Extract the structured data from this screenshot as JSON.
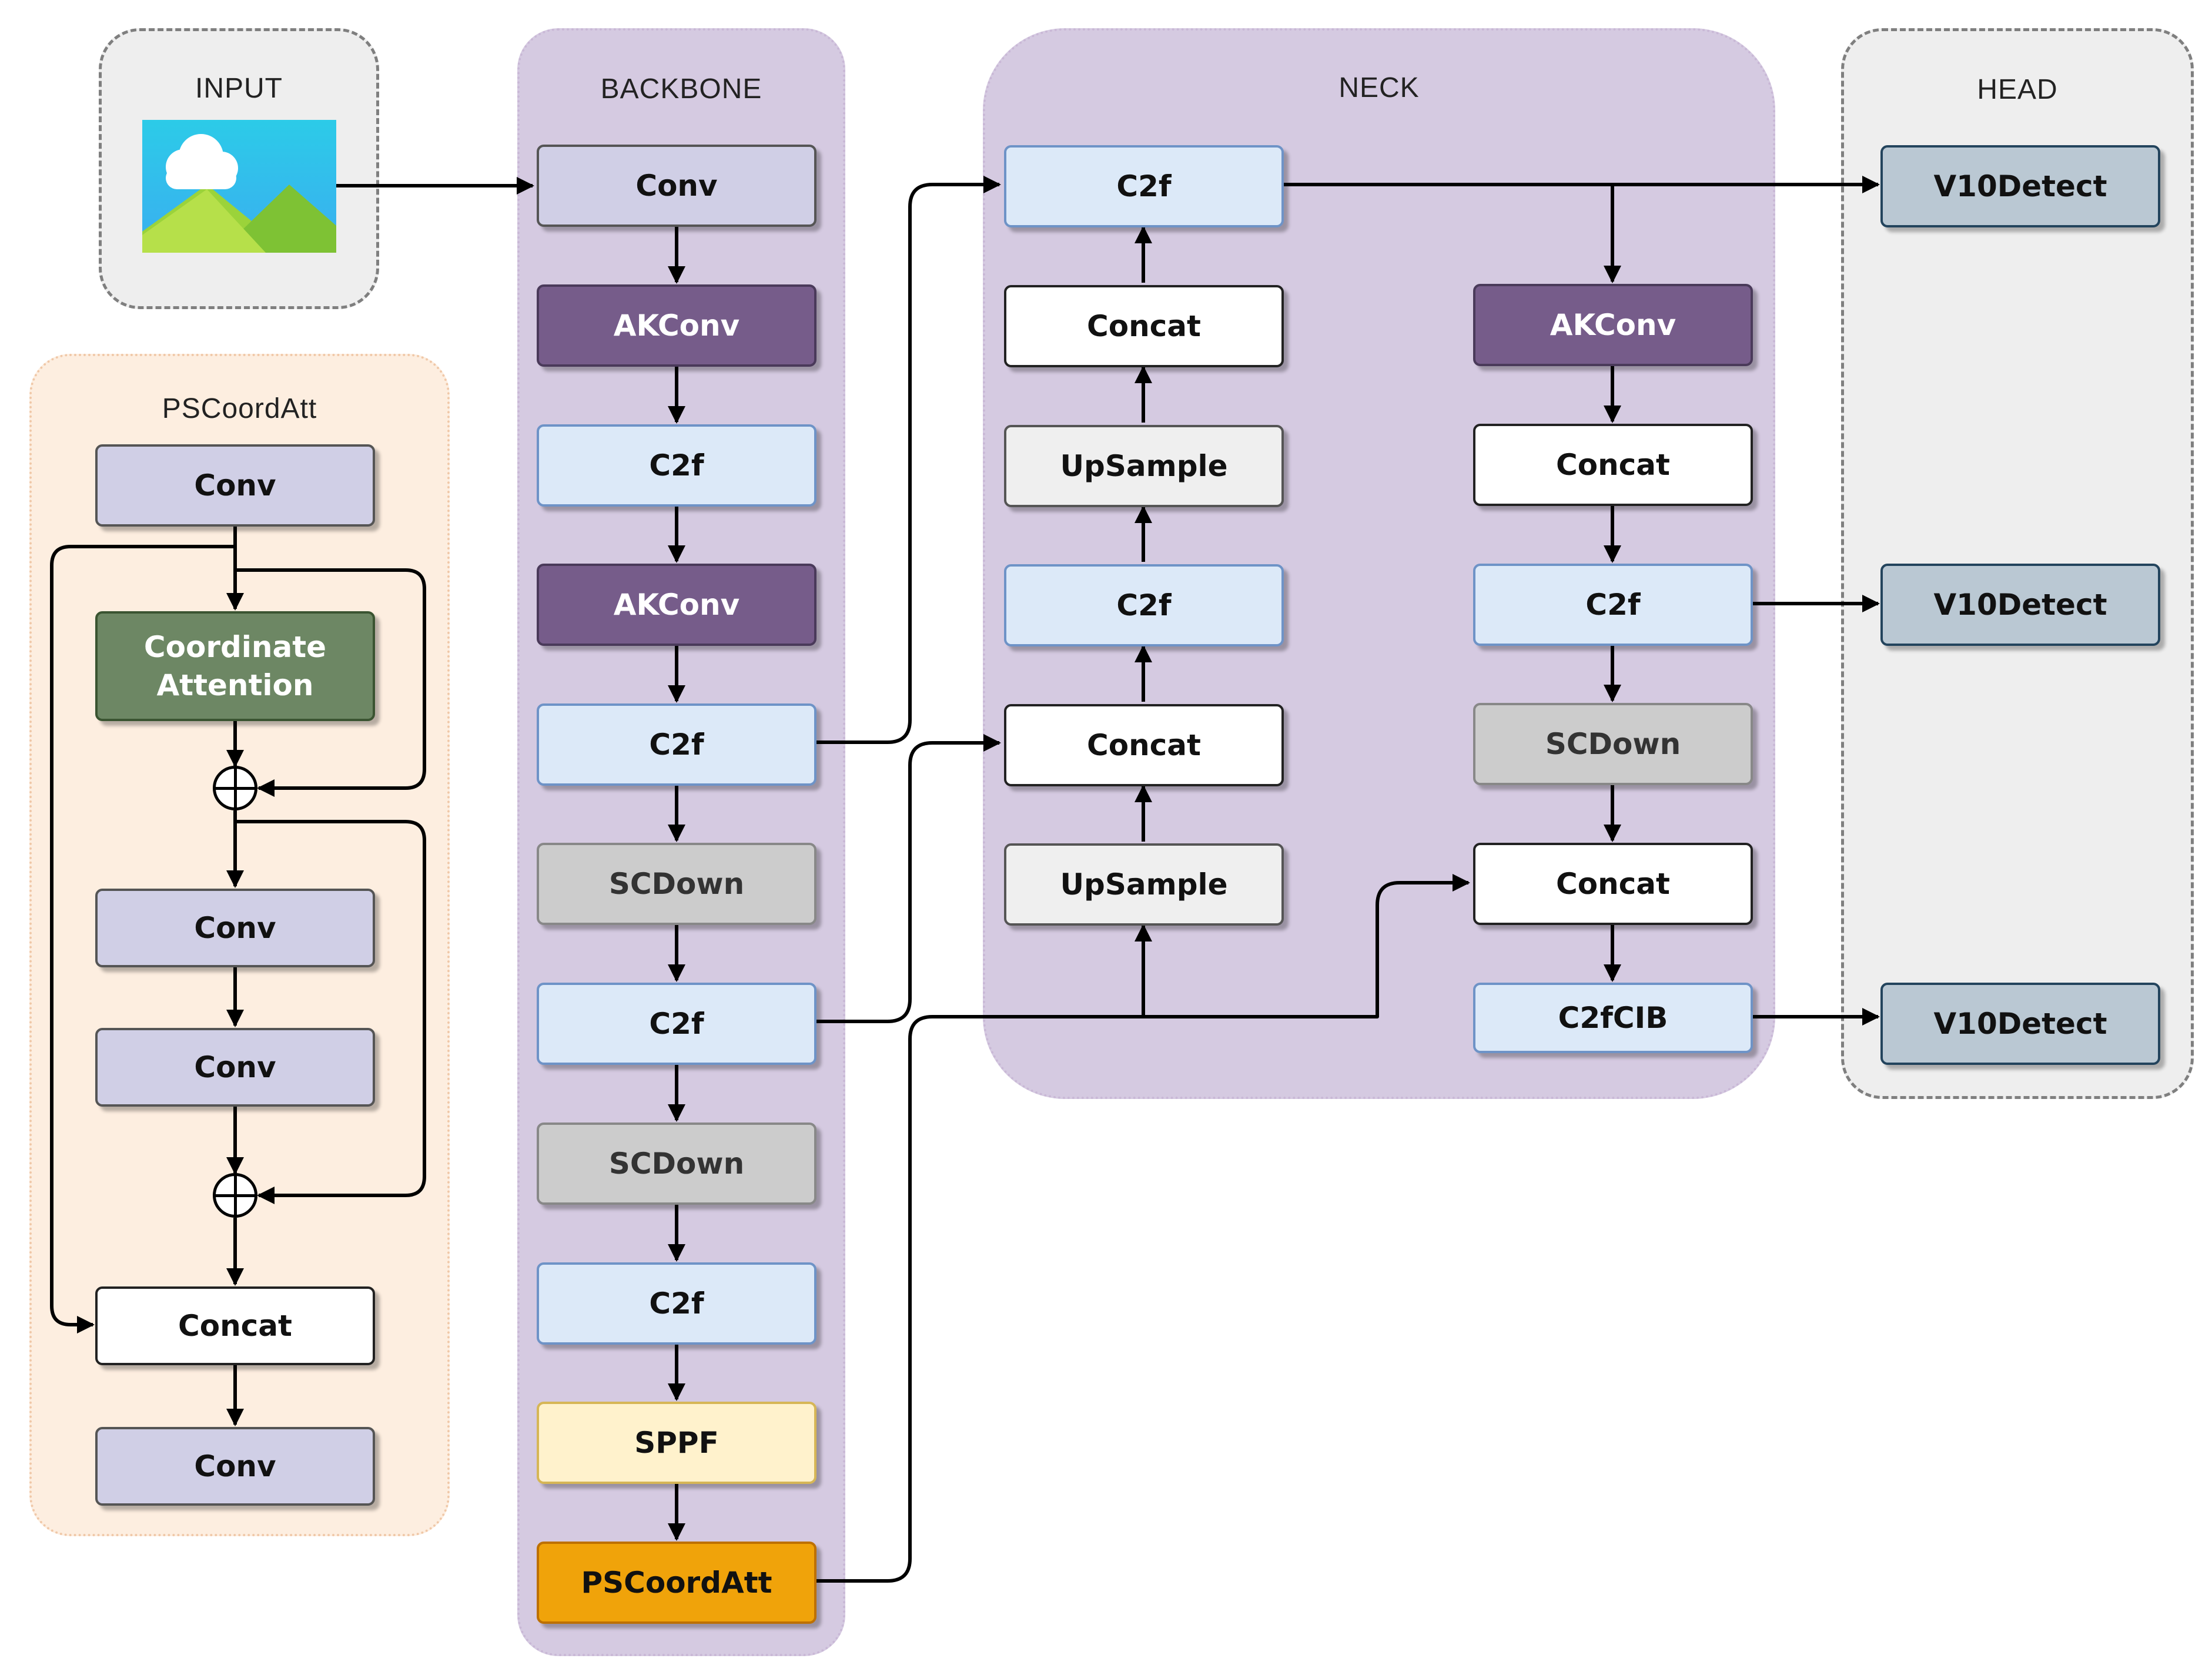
{
  "groups": {
    "input": "INPUT",
    "backbone": "BACKBONE",
    "neck": "NECK",
    "head": "HEAD",
    "pscoordatt": "PSCoordAtt"
  },
  "backbone": {
    "conv": "Conv",
    "akconv1": "AKConv",
    "c2f1": "C2f",
    "akconv2": "AKConv",
    "c2f2": "C2f",
    "scdown1": "SCDown",
    "c2f3": "C2f",
    "scdown2": "SCDown",
    "c2f4": "C2f",
    "sppf": "SPPF",
    "pscoordatt": "PSCoordAtt"
  },
  "neck": {
    "left_c2f_top": "C2f",
    "left_concat1": "Concat",
    "left_upsample1": "UpSample",
    "left_c2f_mid": "C2f",
    "left_concat2": "Concat",
    "left_upsample2": "UpSample",
    "right_akconv": "AKConv",
    "right_concat1": "Concat",
    "right_c2f": "C2f",
    "right_scdown": "SCDown",
    "right_concat2": "Concat",
    "right_c2fcib": "C2fCIB"
  },
  "head": {
    "detect1": "V10Detect",
    "detect2": "V10Detect",
    "detect3": "V10Detect"
  },
  "psca": {
    "conv1": "Conv",
    "coord": "Coordinate\nAttention",
    "conv2": "Conv",
    "conv3": "Conv",
    "concat": "Concat",
    "conv4": "Conv"
  },
  "icons": {
    "input_image": "image-icon",
    "add": "circle-plus-icon"
  },
  "colors": {
    "conv": "#d0cfe6",
    "akconv": "#765c8a",
    "c2f": "#dce9f8",
    "scdown": "#cccccc",
    "sppf": "#fff2cc",
    "pscoordatt": "#f0a30a",
    "coordinate_attention": "#6d8764",
    "v10detect": "#bac8d3",
    "backbone_neck_bg": "#d5cae1",
    "input_head_bg": "#eeeeee",
    "pscoordatt_bg": "#fdeee0"
  }
}
